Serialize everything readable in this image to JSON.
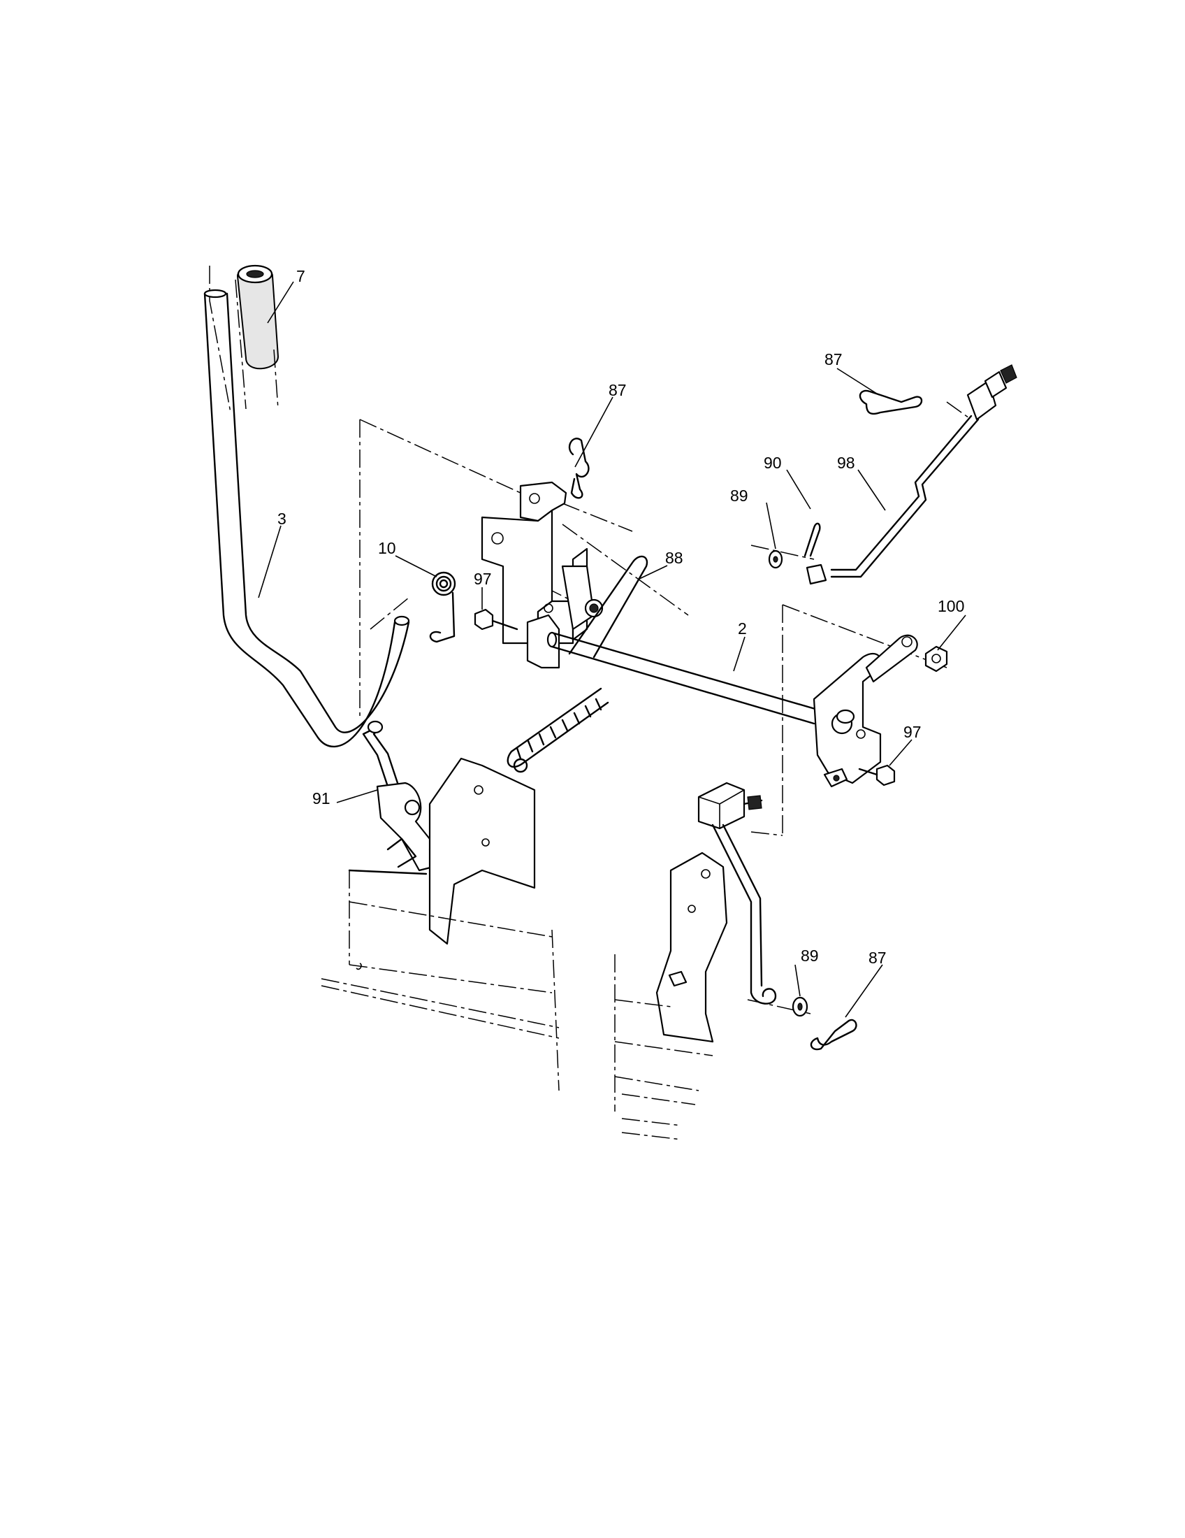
{
  "callouts": {
    "c7": "7",
    "c3": "3",
    "c87_top": "87",
    "c87_right": "87",
    "c87_bottom": "87",
    "c90": "90",
    "c98": "98",
    "c89_top": "89",
    "c89_bottom": "89",
    "c10": "10",
    "c97_left": "97",
    "c97_right": "97",
    "c88": "88",
    "c100": "100",
    "c2": "2",
    "c91": "91"
  }
}
